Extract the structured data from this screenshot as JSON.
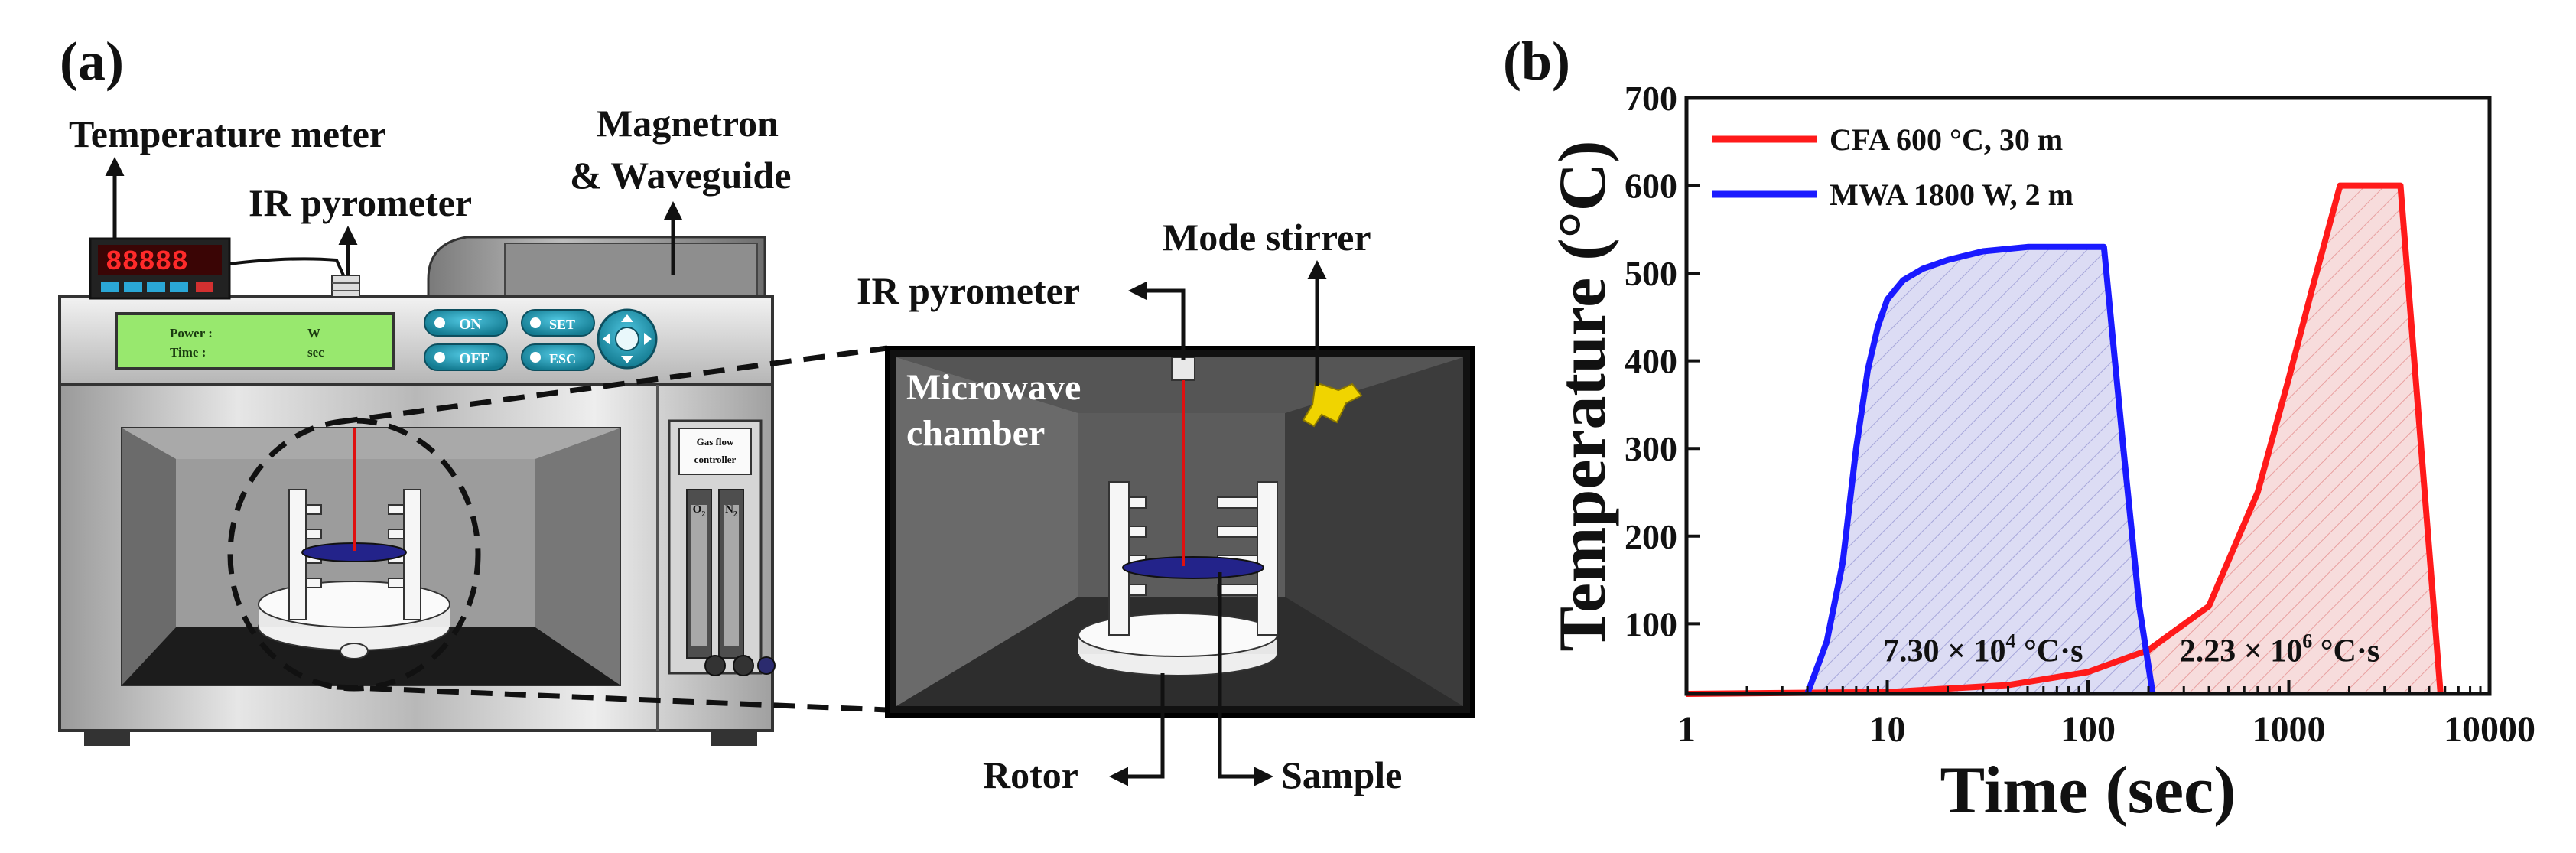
{
  "panel_a": {
    "letter": "(a)",
    "labels": {
      "temperature_meter": "Temperature meter",
      "ir_pyrometer_top": "IR pyrometer",
      "magnetron_1": "Magnetron",
      "magnetron_2": "& Waveguide",
      "mode_stirrer": "Mode stirrer",
      "ir_pyrometer_inset": "IR pyrometer",
      "chamber_1": "Microwave",
      "chamber_2": "chamber",
      "rotor": "Rotor",
      "sample": "Sample"
    },
    "display": {
      "power_label": "Power :",
      "power_unit": "W",
      "time_label": "Time :",
      "time_unit": "sec",
      "meter_readout": "88888"
    },
    "buttons": {
      "on": "ON",
      "off": "OFF",
      "set": "SET",
      "esc": "ESC"
    },
    "gas_controller": {
      "title_1": "Gas flow",
      "title_2": "controller",
      "o2": "O",
      "o2_sub": "2",
      "n2": "N",
      "n2_sub": "2"
    }
  },
  "panel_b": {
    "letter": "(b)",
    "colors": {
      "cfa": "#ff1a1a",
      "mwa": "#1a1aff",
      "cfa_fill": "#f6dada",
      "mwa_fill": "#d9d9f2"
    }
  },
  "chart_data": {
    "type": "area",
    "xlabel": "Time (sec)",
    "ylabel": "Temperature (°C)",
    "xscale": "log",
    "xlim": [
      1,
      10000
    ],
    "ylim": [
      20,
      700
    ],
    "xticks": [
      "1",
      "10",
      "100",
      "1000",
      "10000"
    ],
    "yticks": [
      "100",
      "200",
      "300",
      "400",
      "500",
      "600",
      "700"
    ],
    "legend_position": "top-left",
    "series": [
      {
        "name": "CFA 600 °C, 30 m",
        "color": "#ff1a1a",
        "x": [
          1,
          10,
          40,
          100,
          200,
          400,
          700,
          1000,
          1300,
          1800,
          3600,
          5700
        ],
        "y": [
          20,
          22,
          30,
          45,
          70,
          120,
          250,
          380,
          480,
          600,
          600,
          20
        ]
      },
      {
        "name": "MWA 1800 W, 2 m",
        "color": "#1a1aff",
        "x": [
          4,
          5,
          6,
          7,
          8,
          9,
          10,
          12,
          15,
          20,
          30,
          50,
          120,
          150,
          180,
          210
        ],
        "y": [
          20,
          80,
          170,
          300,
          390,
          440,
          470,
          492,
          505,
          515,
          525,
          530,
          530,
          300,
          120,
          20
        ]
      }
    ],
    "annotations": [
      {
        "text_main": "7.30 × 10",
        "sup": "4",
        "text_unit": " °C·s",
        "x": 30,
        "y": 70
      },
      {
        "text_main": "2.23 × 10",
        "sup": "6",
        "text_unit": " °C·s",
        "x": 900,
        "y": 70
      }
    ]
  }
}
